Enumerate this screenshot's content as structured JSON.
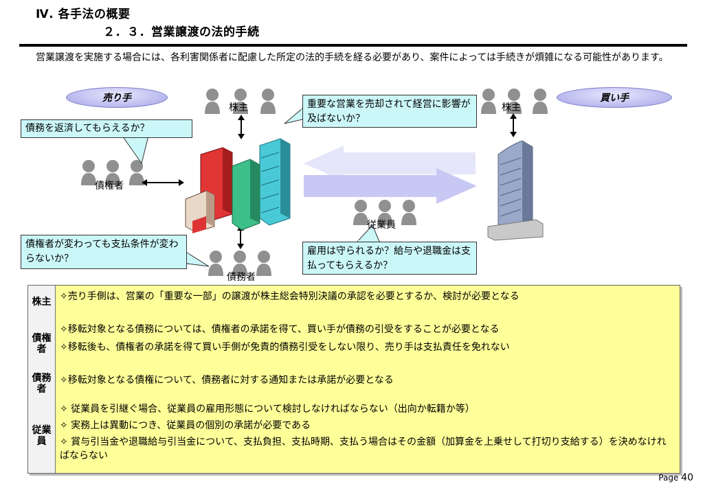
{
  "header": {
    "title_main": "Ⅳ. 各手法の概要",
    "title_sub": "２．３．営業譲渡の法的手続"
  },
  "intro": "営業譲渡を実施する場合には、各利害関係者に配慮した所定の法的手続を経る必要があり、案件によっては手続きが煩雑になる可能性があります。",
  "diagram": {
    "seller_label": "売り手",
    "buyer_label": "買い手",
    "shareholder_left": "株主",
    "shareholder_right": "株主",
    "creditor": "債権者",
    "employee": "従業員",
    "debtor": "債務者",
    "callout_creditor_top": "債務を返済してもらえるか？",
    "callout_shareholder": "重要な営業を売却されて経営に影響が及ばないか？",
    "callout_creditor_bottom": "債権者が変わっても支払条件が変わらないか？",
    "callout_employee": "雇用は守られるか？給与や退職金は支払ってもらえるか？"
  },
  "table": {
    "rows": [
      {
        "header": "株主",
        "bullets": [
          "✧売り手側は、営業の「重要な一部」の譲渡が株主総会特別決議の承認を必要とするか、検討が必要となる"
        ]
      },
      {
        "header": "債権者",
        "bullets": [
          "✧移転対象となる債務については、債権者の承諾を得て、買い手が債務の引受をすることが必要となる",
          "✧移転後も、債権者の承諾を得て買い手側が免責的債務引受をしない限り、売り手は支払責任を免れない"
        ]
      },
      {
        "header": "債務者",
        "bullets": [
          "✧移転対象となる債権について、債務者に対する通知または承諾が必要となる"
        ]
      },
      {
        "header": "従業員",
        "bullets": [
          "✧ 従業員を引継ぐ場合、従業員の雇用形態について検討しなければならない（出向か転籍か等）",
          "✧ 実務上は異動につき、従業員の個別の承諾が必要である",
          "✧ 賞与引当金や退職給与引当金について、支払負担、支払時期、支払う場合はその金額（加算金を上乗せして打切り支給する）を決めなければならない"
        ]
      }
    ]
  },
  "footer": {
    "page_prefix": "Page",
    "page_number": "40"
  },
  "colors": {
    "callout_bg": "#ccf7f9",
    "table_bg": "#ffff99",
    "arrow": "#c8c8f4",
    "pill": "#b8b8ee"
  }
}
